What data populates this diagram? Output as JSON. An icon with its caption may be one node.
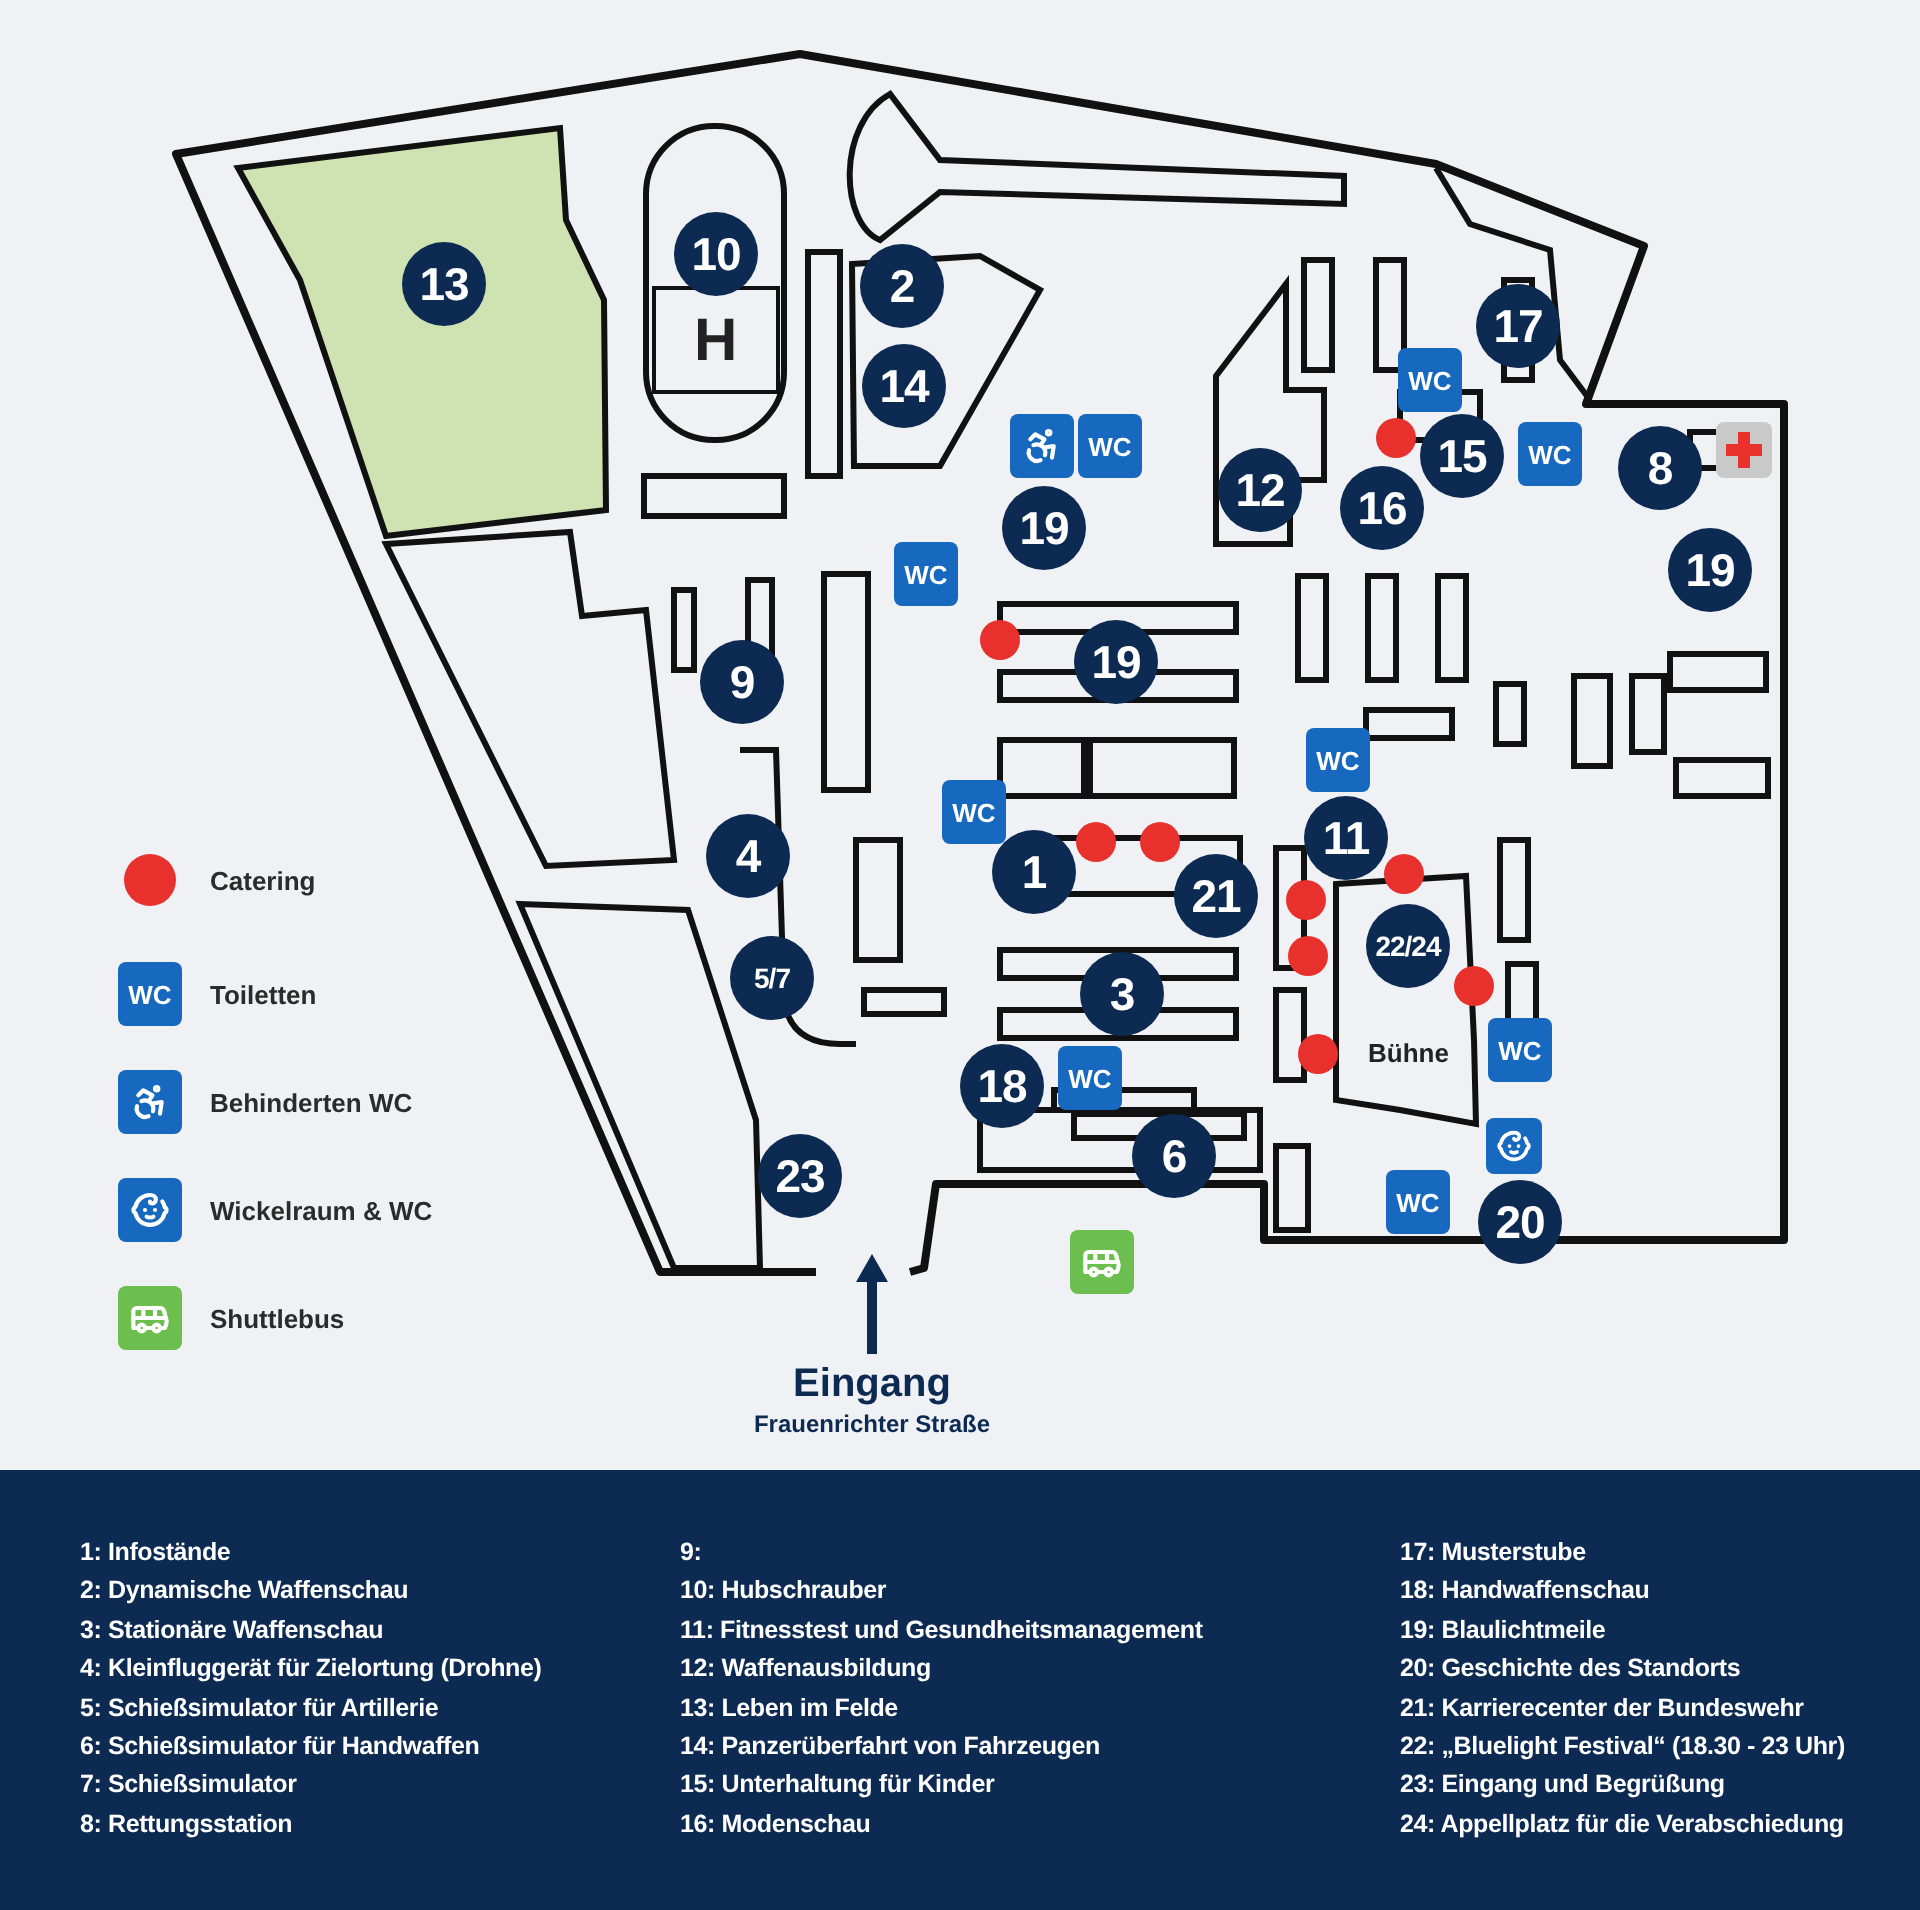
{
  "diagram": {
    "nodes": [
      {
        "text": [
          "13"
        ]
      },
      {
        "text": [
          "10"
        ]
      },
      {
        "text": [
          "2"
        ]
      },
      {
        "text": [
          "14"
        ]
      },
      {
        "text": [
          "17"
        ]
      },
      {
        "text": [
          "WC"
        ]
      },
      {
        "text": [
          "WC"
        ]
      },
      {
        "text": [
          "15"
        ]
      },
      {
        "text": [
          "WC"
        ]
      },
      {
        "text": [
          "8"
        ]
      },
      {
        "text": [
          "12"
        ]
      },
      {
        "text": [
          "16"
        ]
      },
      {
        "text": [
          "19"
        ]
      },
      {
        "text": [
          "WC"
        ]
      },
      {
        "text": [
          "19"
        ]
      },
      {
        "text": [
          "19"
        ]
      },
      {
        "text": [
          "9"
        ]
      },
      {
        "text": [
          "WC"
        ]
      },
      {
        "text": [
          "WC"
        ]
      },
      {
        "text": [
          "11"
        ]
      },
      {
        "text": [
          "4"
        ]
      },
      {
        "text": [
          "1"
        ]
      },
      {
        "text": [
          "21"
        ]
      },
      {
        "text": [
          "22/24"
        ]
      },
      {
        "text": [
          "5/7"
        ]
      },
      {
        "text": [
          "3"
        ]
      },
      {
        "text": [
          "WC"
        ]
      },
      {
        "text": [
          "18"
        ]
      },
      {
        "text": [
          "WC"
        ]
      },
      {
        "text": [
          "6"
        ]
      },
      {
        "text": [
          "WC"
        ]
      },
      {
        "text": [
          "23"
        ]
      },
      {
        "text": [
          "20"
        ]
      },
      {
        "text": [
          "WC"
        ]
      }
    ],
    "labels": [
      "H",
      "Bühne",
      "Eingang",
      "Frauenrichter Straße",
      "1: Infostände",
      "2: Dynamische Waffenschau",
      "3: Stationäre Waffenschau",
      "4: Kleinfluggerät für Zielortung (Drohne)",
      "5: Schießsimulator für Artillerie",
      "6: Schießsimulator für Handwaffen",
      "7: Schießsimulator",
      "8: Rettungsstation",
      "9:",
      "10: Hubschrauber",
      "11: Fitnesstest und Gesundheitsmanagement",
      "12: Waffenausbildung",
      "13: Leben im Felde",
      "14: Panzerüberfahrt von Fahrzeugen",
      "15: Unterhaltung für Kinder",
      "16: Modenschau",
      "17: Musterstube",
      "18: Handwaffenschau",
      "19: Blaulichtmeile",
      "20: Geschichte des Standorts",
      "21: Karrierecenter der Bundeswehr",
      "22: „Bluelight Festival“ (18.30 - 23 Uhr)",
      "23: Eingang und Begrüßung",
      "24: Appellplatz für die Verabschiedung"
    ],
    "legend": [
      {
        "text": "Catering",
        "color": "#e8302c"
      },
      {
        "text": "Toiletten"
      },
      {
        "text": "Behinderten WC"
      },
      {
        "text": "Wickelraum & WC"
      },
      {
        "text": "Shuttlebus"
      }
    ]
  }
}
